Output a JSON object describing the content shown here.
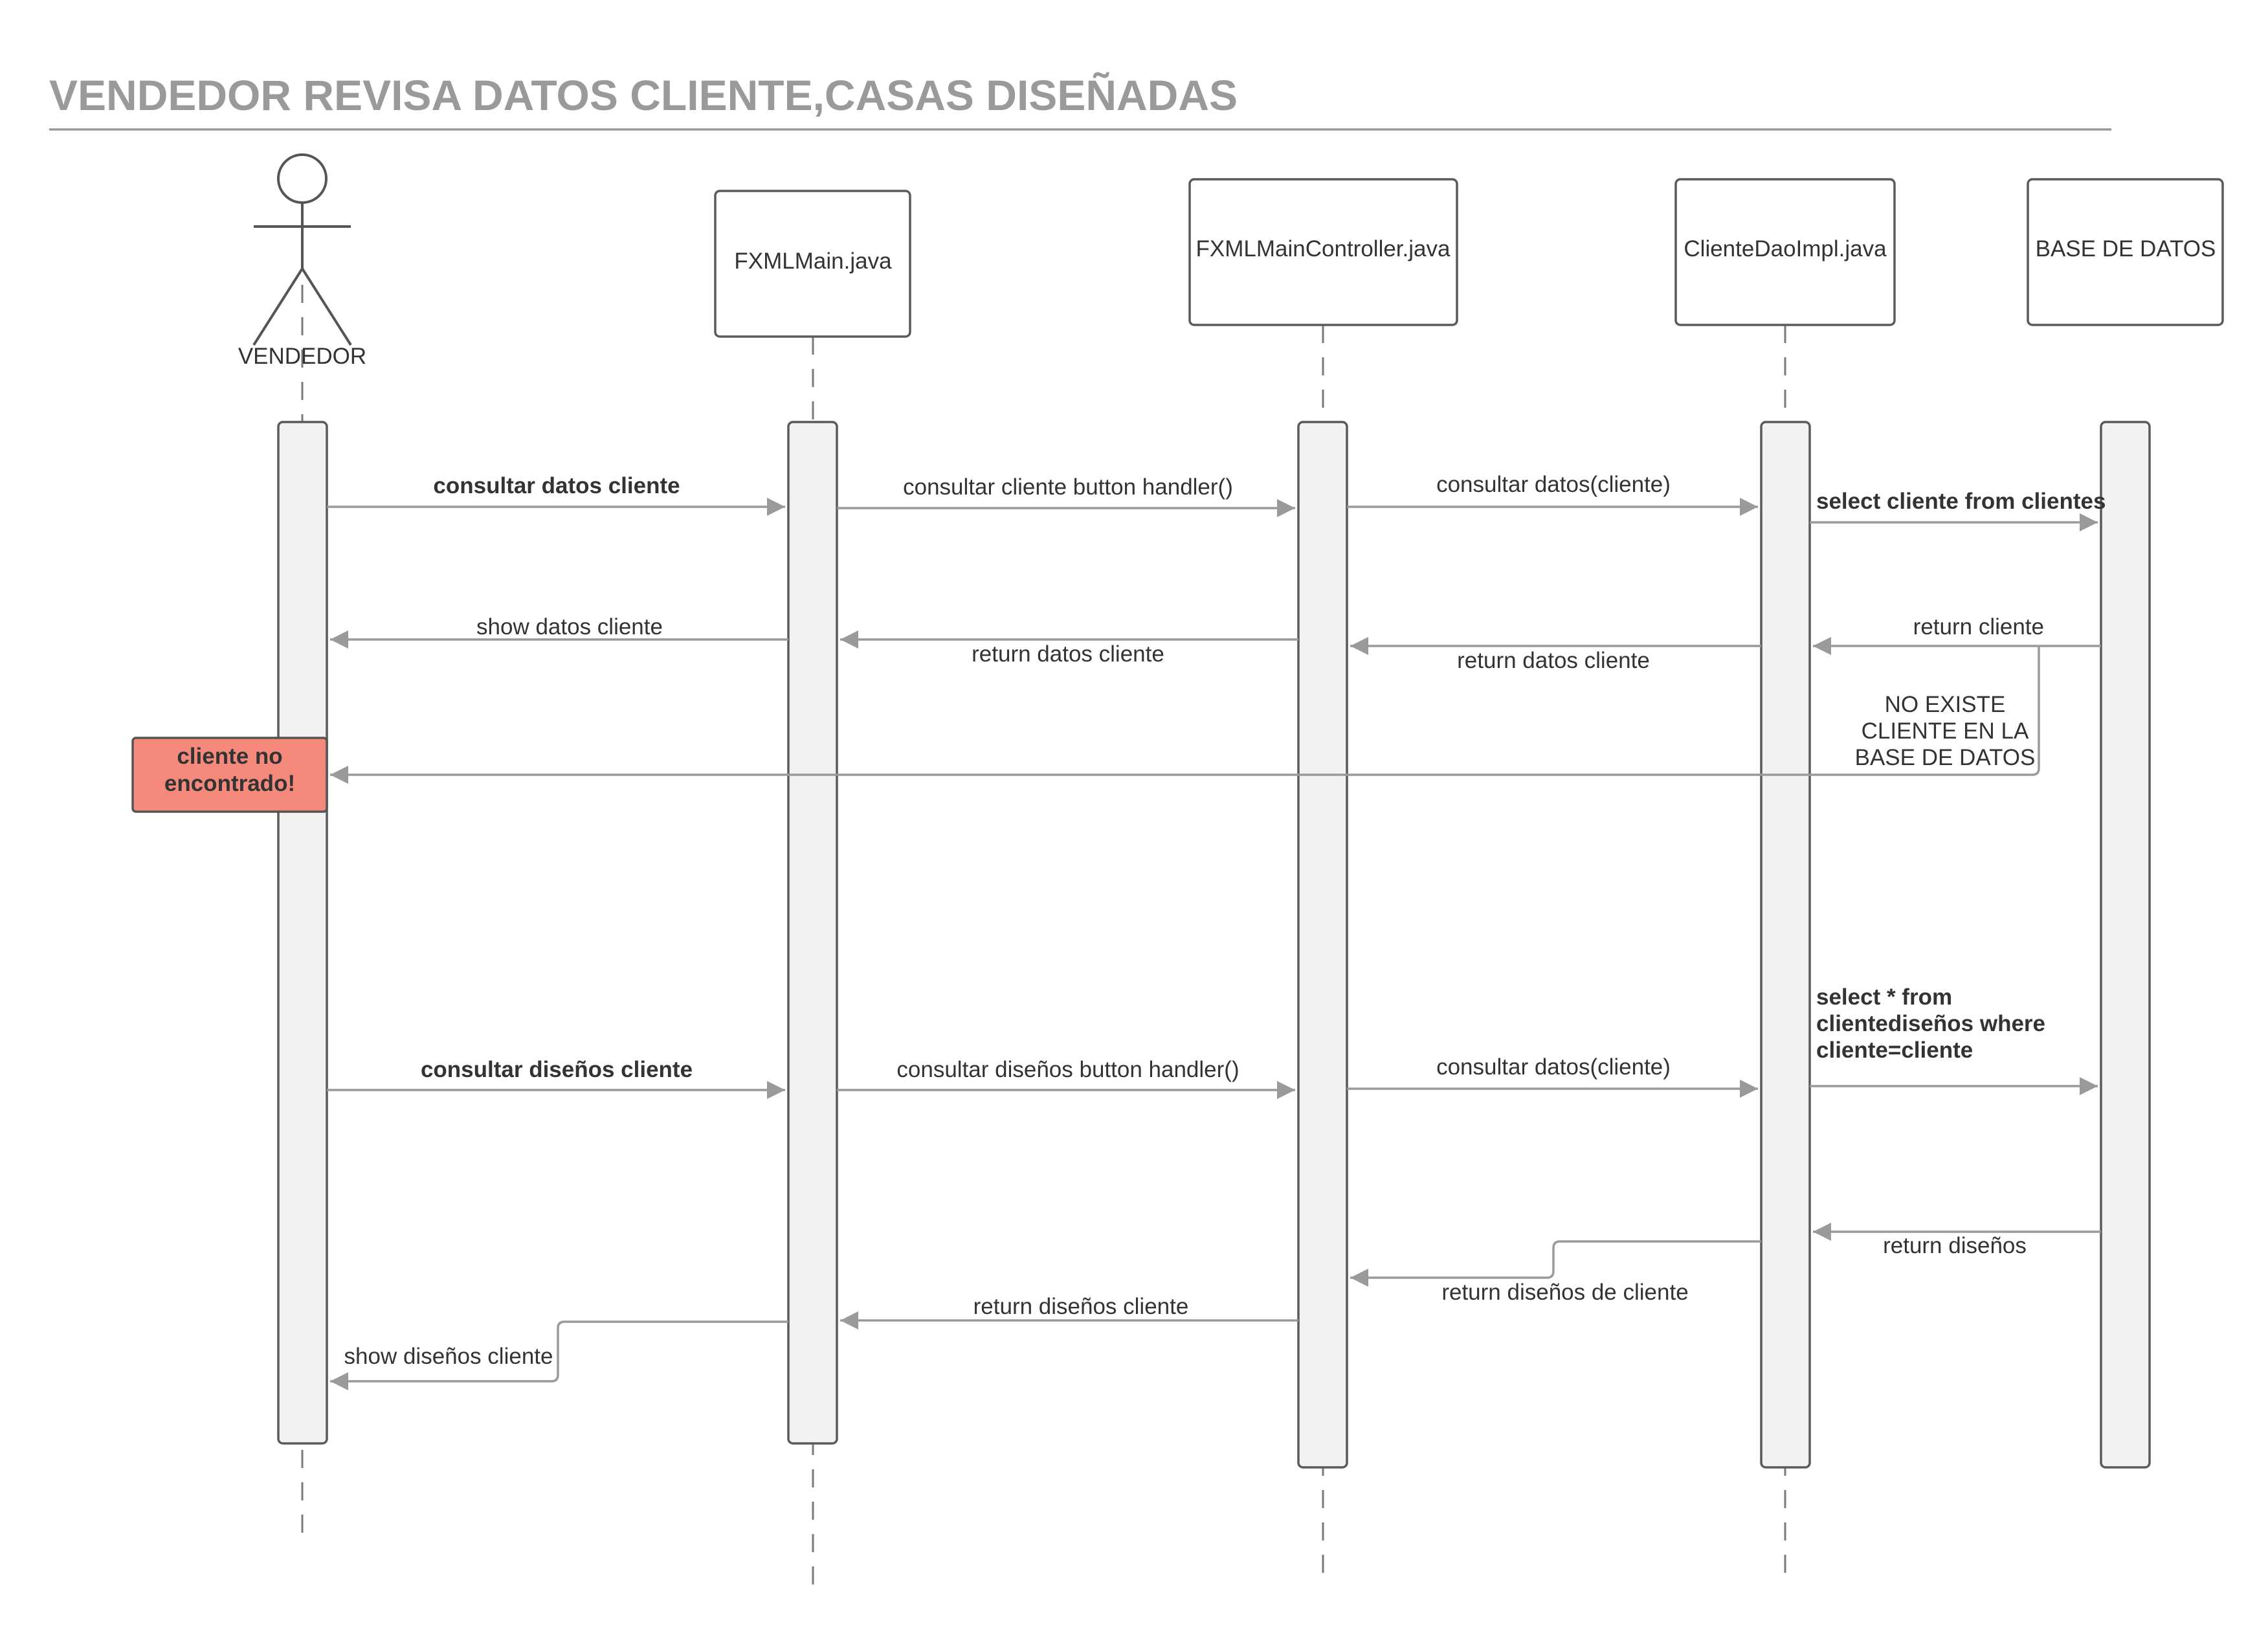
{
  "title": "VENDEDOR REVISA DATOS CLIENTE,CASAS DISEÑADAS",
  "participants": {
    "vendedor": "VENDEDOR",
    "fxmlmain": "FXMLMain.java",
    "controller": "FXMLMainController.java",
    "dao": "ClienteDaoImpl.java",
    "db": "BASE DE DATOS"
  },
  "messages": {
    "m1": "consultar datos cliente",
    "m2": "consultar cliente button handler()",
    "m3": "consultar datos(cliente)",
    "m4": "select cliente from clientes",
    "m5": "return cliente",
    "m6": "return datos cliente",
    "m7": "return datos cliente",
    "m8": "show  datos cliente",
    "m9": [
      "NO EXISTE",
      "CLIENTE EN LA",
      "BASE DE DATOS"
    ],
    "m10": "consultar diseños cliente",
    "m11": "consultar diseños button handler()",
    "m12": "consultar datos(cliente)",
    "m13": [
      "select  *  from",
      "clientediseños where",
      "cliente=cliente"
    ],
    "m14": "return diseños",
    "m15": "return diseños de cliente",
    "m16": "return diseños cliente",
    "m17": "show diseños cliente"
  },
  "note": {
    "lines": [
      "cliente no",
      "encontrado!"
    ],
    "color": "#f58a7c"
  }
}
